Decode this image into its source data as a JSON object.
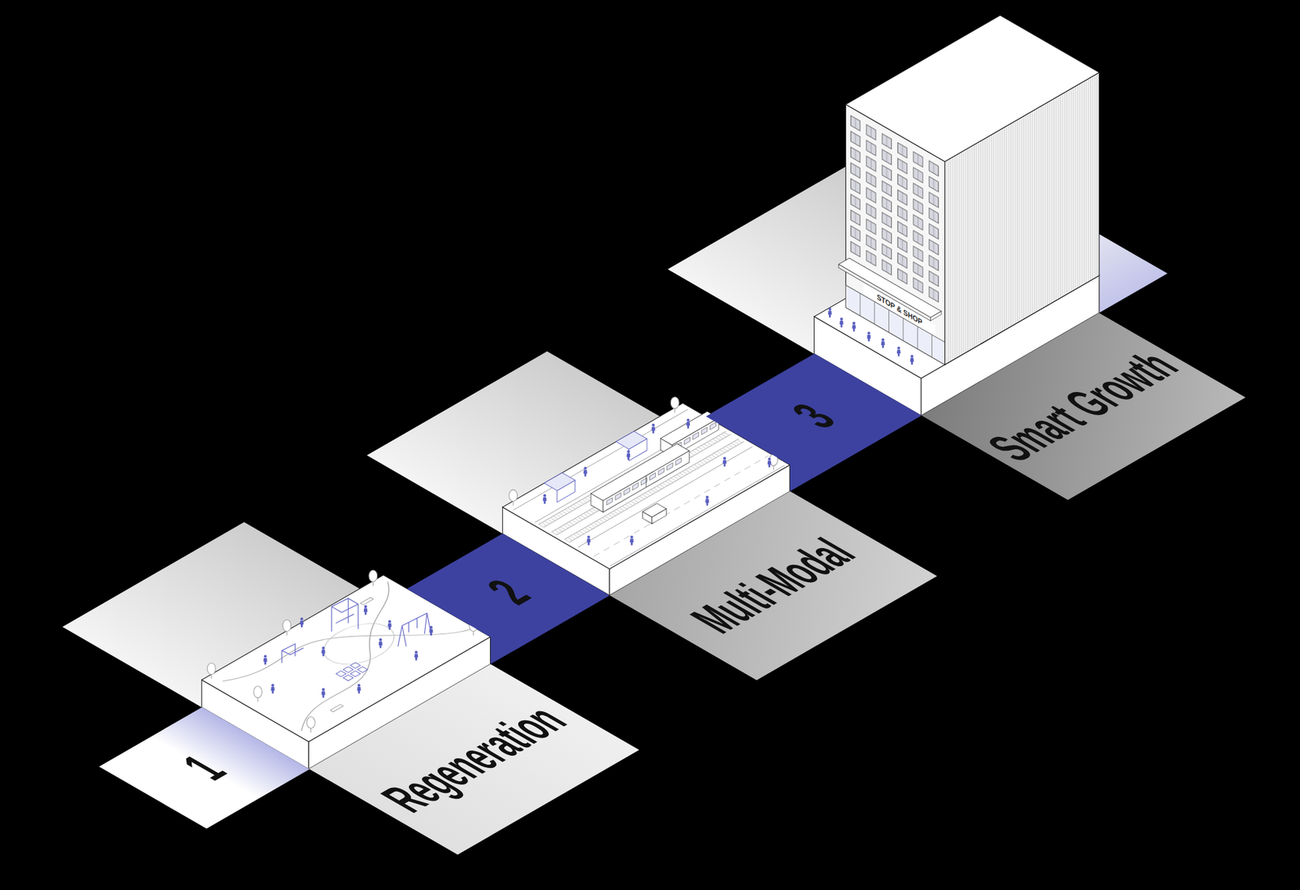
{
  "diagram": {
    "nodes": [
      {
        "text": [
          "1"
        ]
      },
      {
        "text": [
          "Regeneration"
        ]
      },
      {
        "text": [
          "2"
        ]
      },
      {
        "text": [
          "Multi-Modal"
        ]
      },
      {
        "text": [
          "3"
        ]
      },
      {
        "text": [
          "Smart Growth"
        ]
      }
    ],
    "labels": [
      "STOP & SHOP"
    ]
  }
}
